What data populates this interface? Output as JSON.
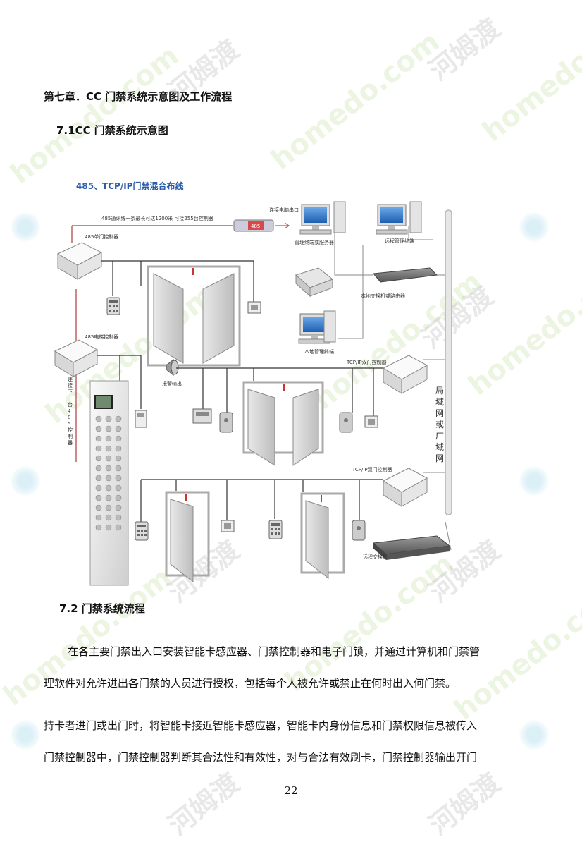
{
  "chapter_title": "第七章．CC 门禁系统示意图及工作流程",
  "section_1_title": "7.1CC 门禁系统示意图",
  "diagram": {
    "title": "485、TCP/IP门禁混合布线",
    "labels": {
      "rs485_note": "485通讯线一条最长可达1200米 可接255台控制器",
      "connect_pc_serial": "连接电脑串口",
      "rs485_converter": "485",
      "mgmt_terminal": "管理终端或服务器",
      "remote_terminal": "远程管理终端",
      "door_ctrl_485": "485单门控制器",
      "local_switch": "本地交换机或路由器",
      "local_terminal": "本地管理终端",
      "elevator_ctrl_485": "485电梯控制器",
      "tcp_dual_ctrl_1": "TCP/IP双门控制器",
      "alarm_output": "报警输出",
      "next_485": "连接下一台485控制器",
      "tcp_dual_ctrl_2": "TCP/IP双门控制器",
      "remote_switch": "远程交换机",
      "lan_wan": "局域网或广域网",
      "lan_wan_chars": [
        "局",
        "域",
        "网",
        "或",
        "广",
        "域",
        "网"
      ],
      "next_485_chars": [
        "连",
        "接",
        "下",
        "一",
        "台",
        "4",
        "8",
        "5",
        "控",
        "制",
        "器"
      ]
    }
  },
  "section_2_title": "7.2 门禁系统流程",
  "paragraphs": [
    "在各主要门禁出入口安装智能卡感应器、门禁控制器和电子门锁，并通过计算机和门禁管",
    "理软件对允许进出各门禁的人员进行授权，包括每个人被允许或禁止在何时出入何门禁。",
    "持卡者进门或出门时，将智能卡接近智能卡感应器，智能卡内身份信息和门禁权限信息被传入",
    "门禁控制器中，门禁控制器判断其合法性和有效性，对与合法有效刷卡，门禁控制器输出开门"
  ],
  "page_number": "22",
  "watermark": {
    "site": "homedo.com",
    "brand": "河姆渡"
  }
}
